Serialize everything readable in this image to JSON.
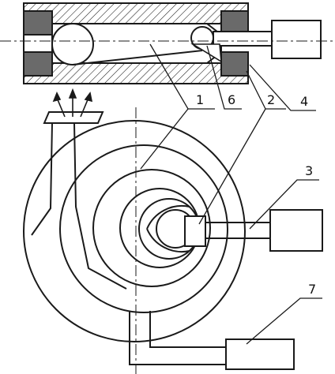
{
  "diagram": {
    "callouts": [
      {
        "id": "c1",
        "label": "1"
      },
      {
        "id": "c2",
        "label": "2"
      },
      {
        "id": "c3",
        "label": "3"
      },
      {
        "id": "c4",
        "label": "4"
      },
      {
        "id": "c6",
        "label": "6"
      },
      {
        "id": "c7",
        "label": "7"
      }
    ]
  },
  "colors": {
    "line": "#1a1a1a",
    "seal_fill": "#6a6a6a",
    "background": "#ffffff"
  }
}
